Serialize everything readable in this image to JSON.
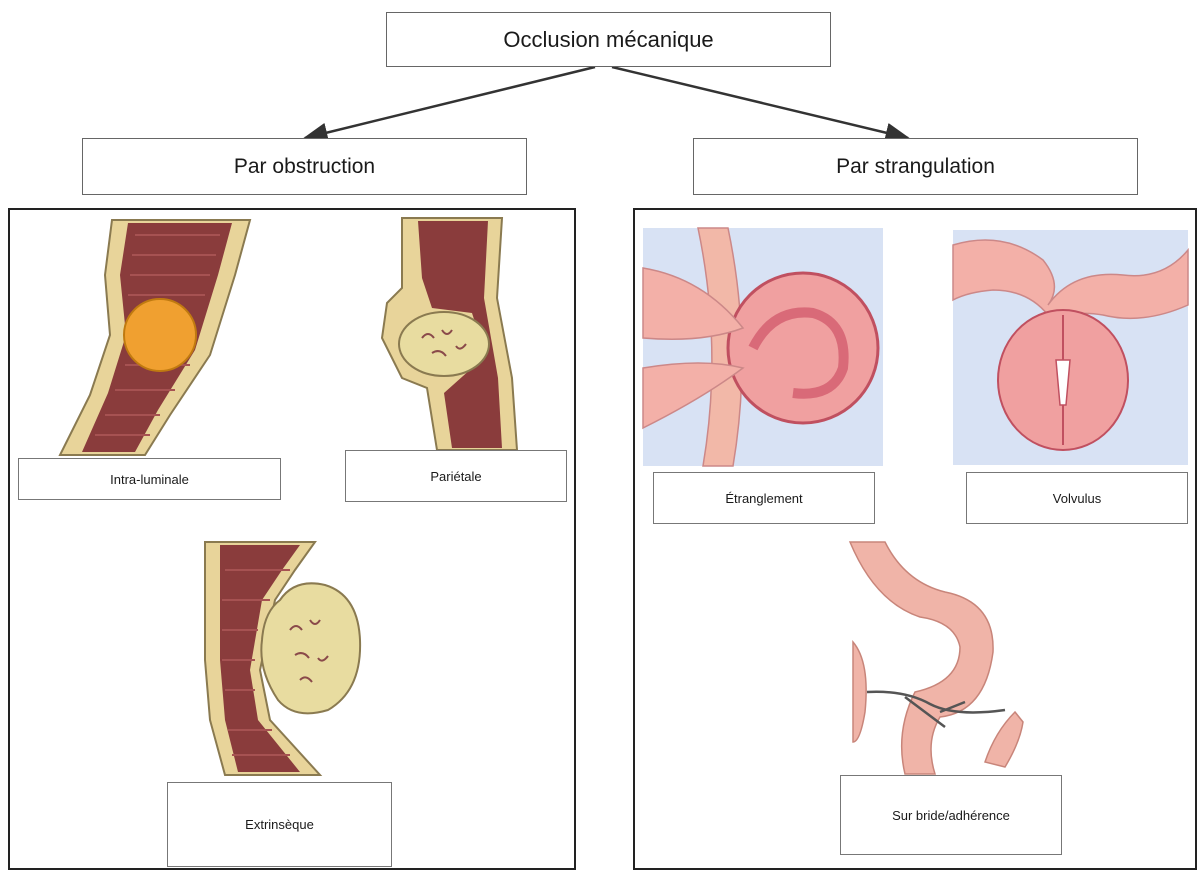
{
  "root": {
    "label": "Occlusion mécanique"
  },
  "branches": [
    {
      "label": "Par obstruction",
      "items": [
        {
          "label": "Intra-luminale"
        },
        {
          "label": "Pariétale"
        },
        {
          "label": "Extrinsèque"
        }
      ]
    },
    {
      "label": "Par strangulation",
      "items": [
        {
          "label": "Étranglement"
        },
        {
          "label": "Volvulus"
        },
        {
          "label": "Sur bride/adhérence"
        }
      ]
    }
  ],
  "colors": {
    "bowel_wall": "#e8d49a",
    "lumen": "#8a3c3c",
    "calculus": "#f0a030",
    "tumor": "#e8dca0",
    "intestine_pink": "#f0a0a0",
    "intestine_dark": "#d96a78",
    "background_blue": "#d8e2f4"
  }
}
